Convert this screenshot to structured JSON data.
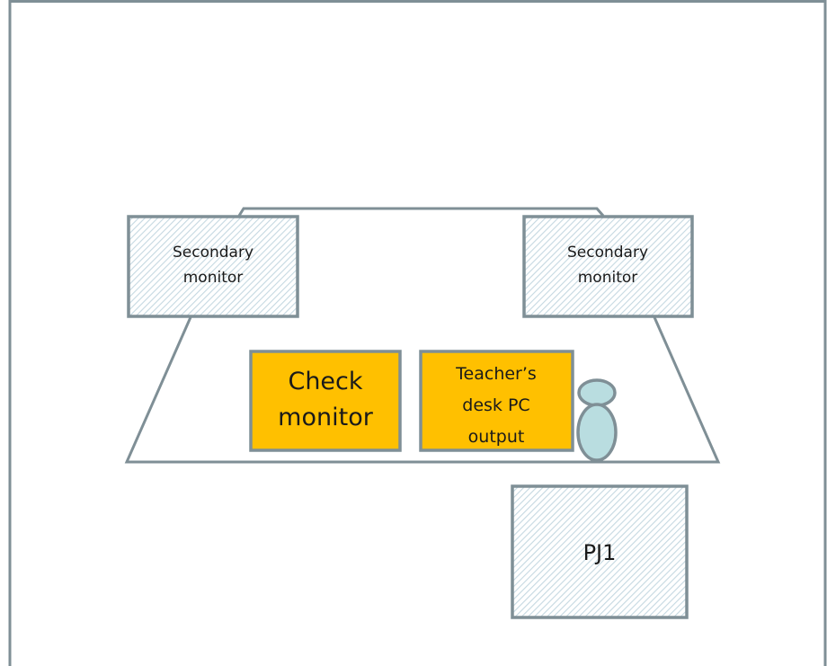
{
  "labels": {
    "secondary_left": [
      "Secondary",
      "monitor"
    ],
    "secondary_right": [
      "Secondary",
      "monitor"
    ],
    "check_monitor": [
      "Check",
      "monitor"
    ],
    "teacher_pc": [
      "Teacher’s",
      "desk PC",
      "output"
    ],
    "projector": "PJ1"
  },
  "colors": {
    "outline": "#7f8f96",
    "hatch_fill": "#dce8ee",
    "orange": "#ffc000",
    "person": "#b9dde0"
  }
}
